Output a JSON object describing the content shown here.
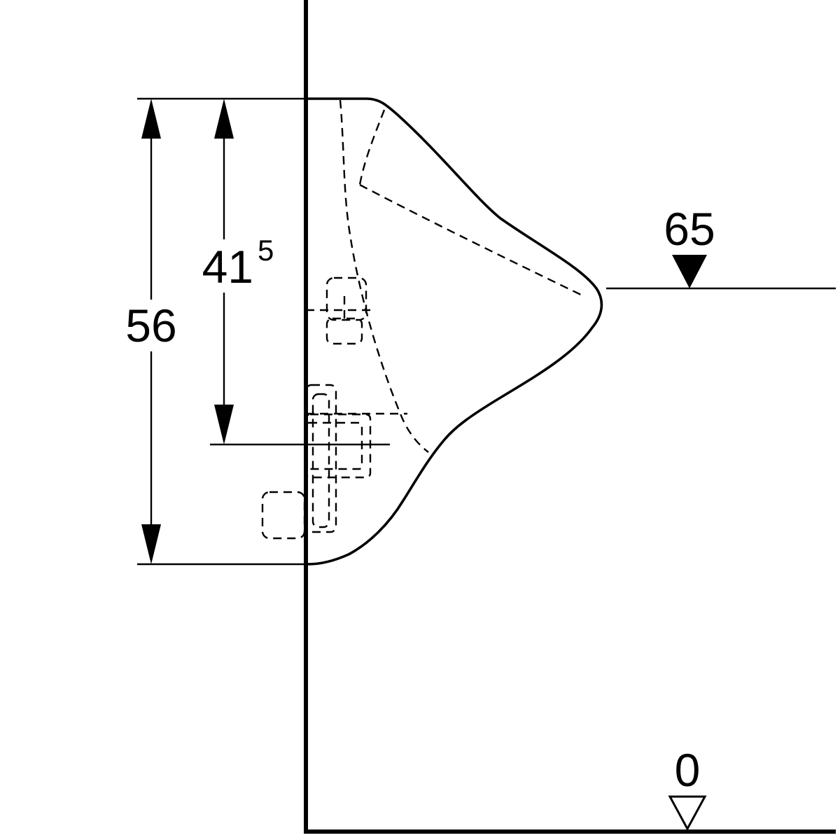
{
  "drawing": {
    "type": "technical-dimension-drawing",
    "dimensions": {
      "height_total": {
        "value": "56"
      },
      "height_rim": {
        "value": "41",
        "sup": "5"
      },
      "level_outlet": {
        "value": "65"
      },
      "level_floor": {
        "value": "0"
      }
    },
    "colors": {
      "line": "#000000",
      "background": "#ffffff"
    }
  }
}
